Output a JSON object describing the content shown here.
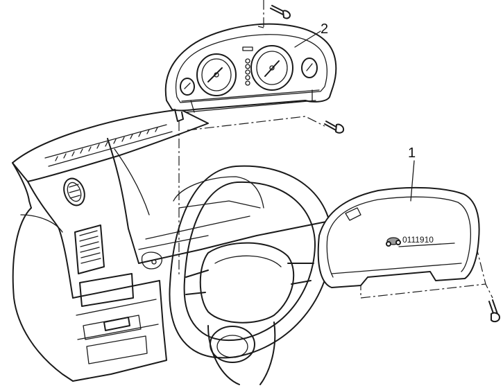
{
  "callouts": {
    "part_1": "1",
    "part_2": "2"
  },
  "odometer": {
    "reading": "0111910"
  },
  "colors": {
    "line": "#1a1a1a",
    "background": "#ffffff"
  }
}
